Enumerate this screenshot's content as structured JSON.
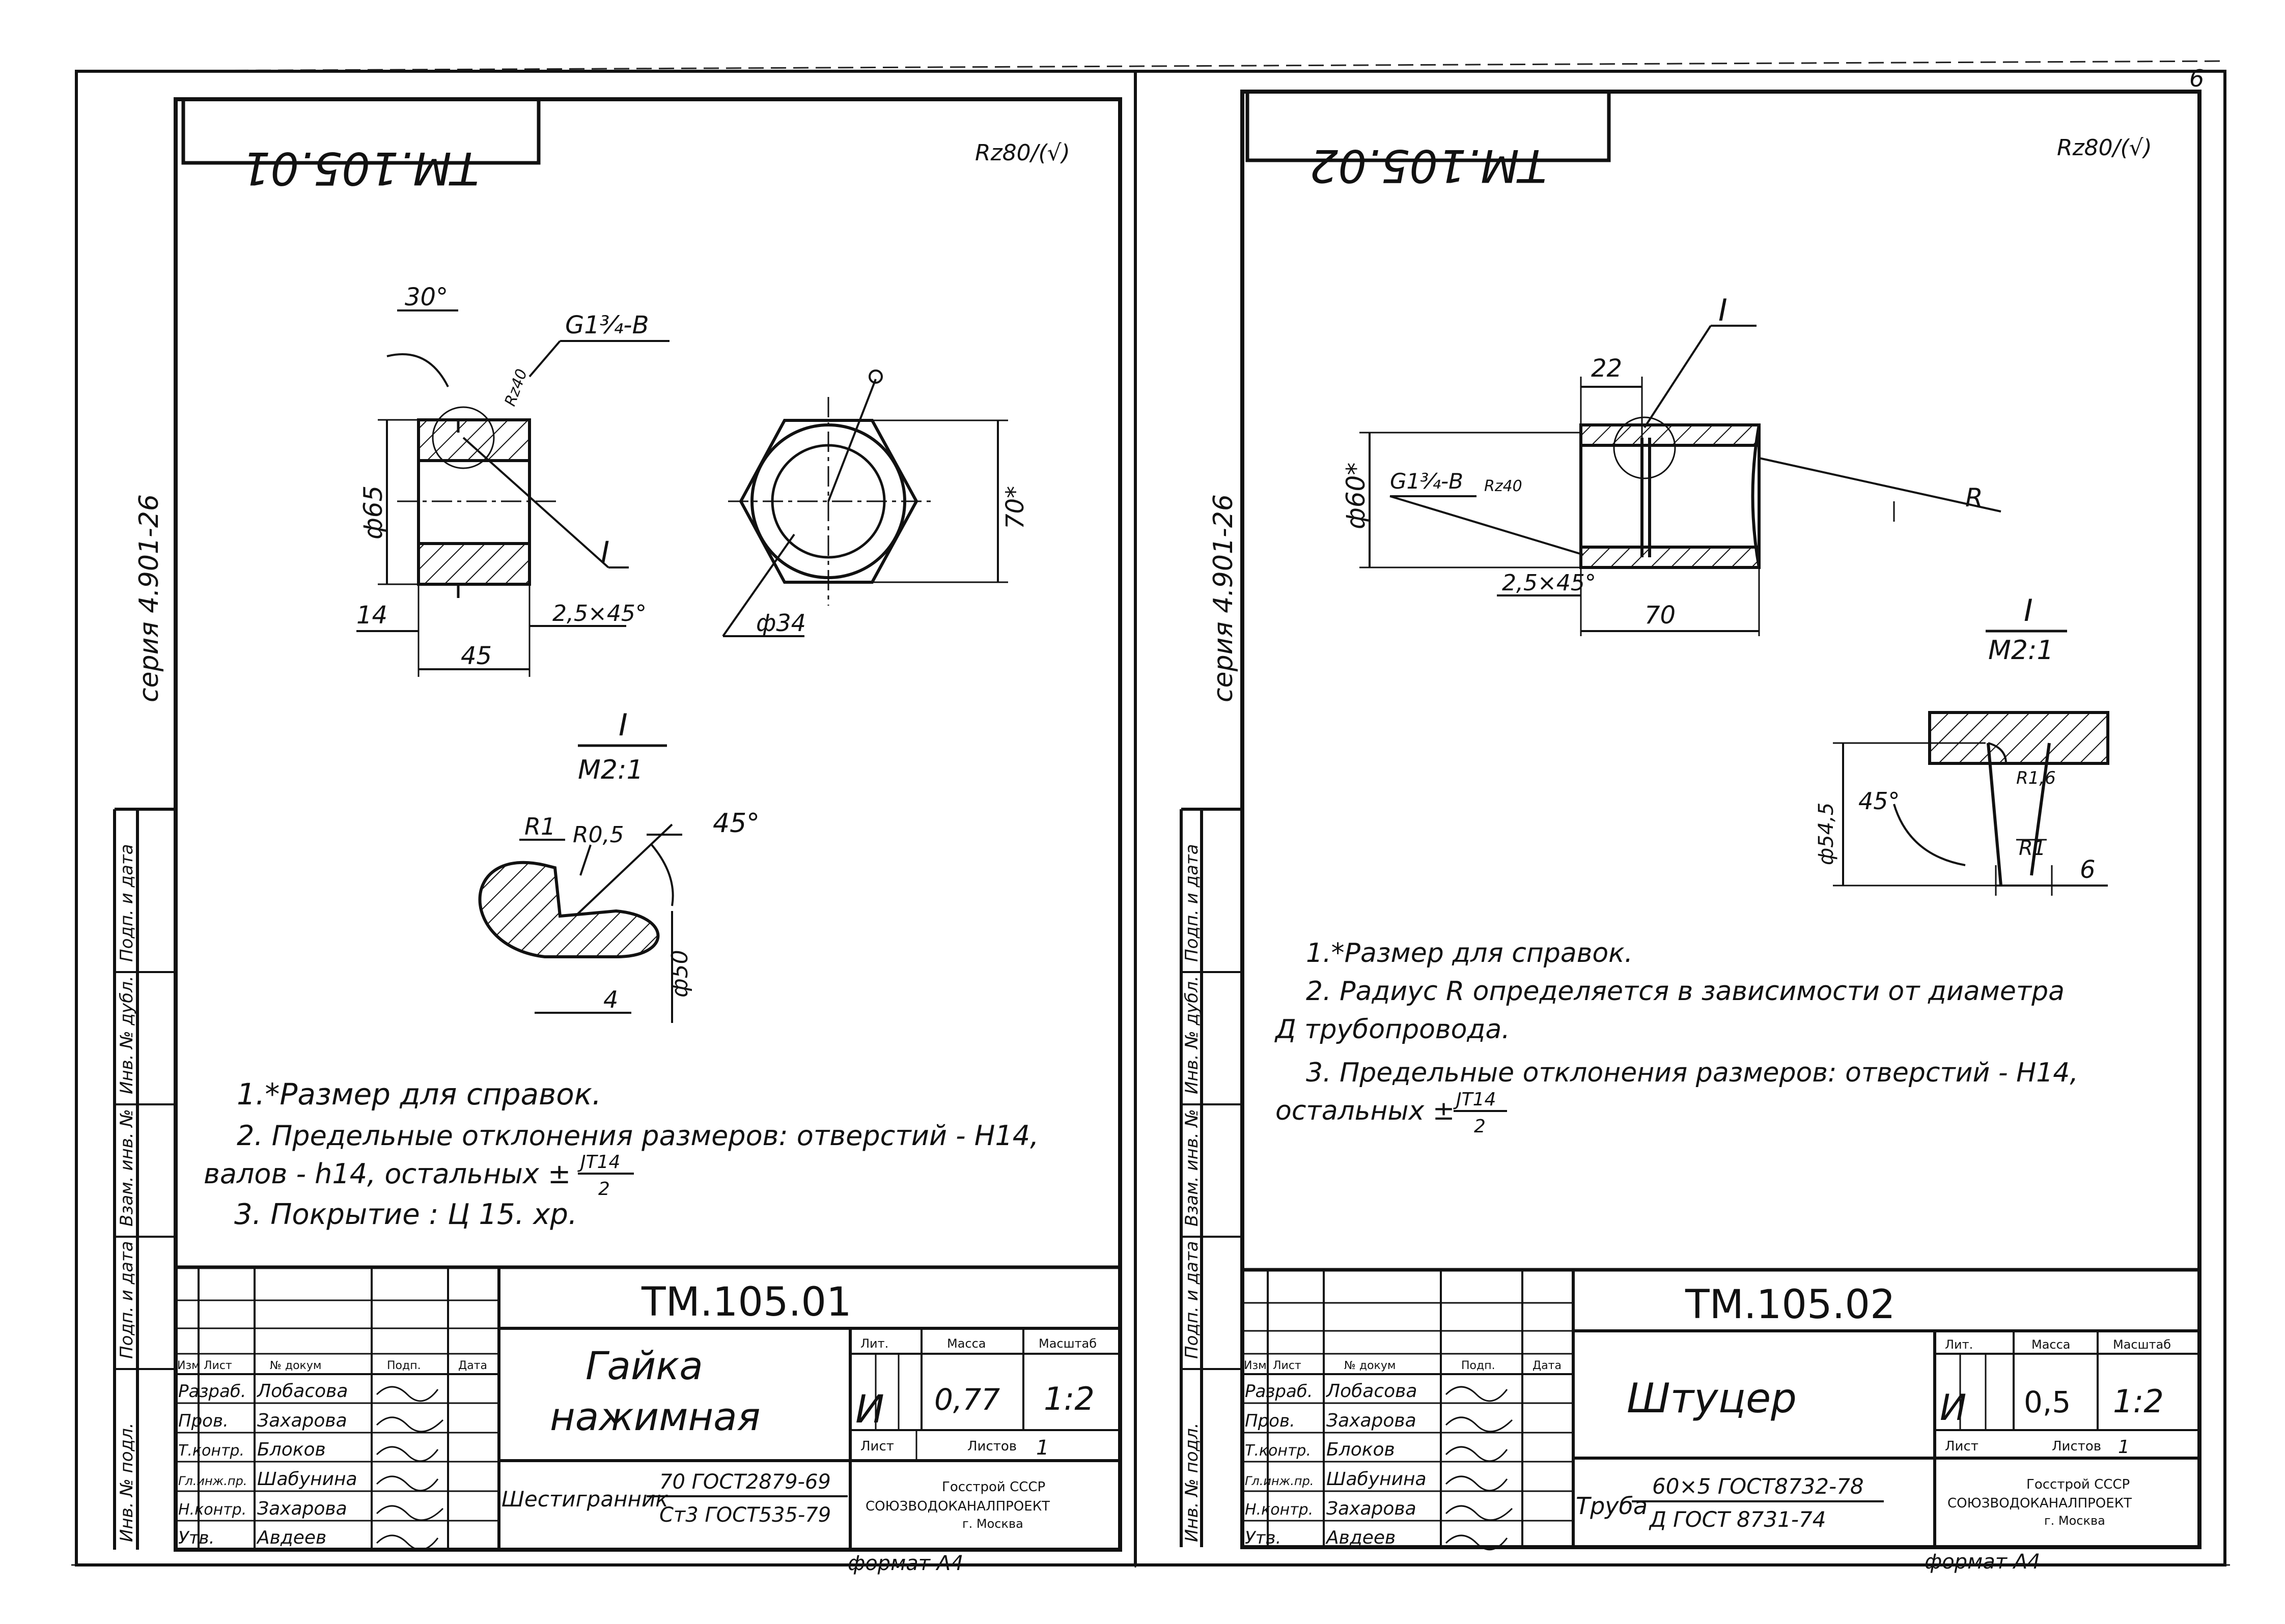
{
  "sheets": [
    {
      "code_stamp": "TM.105.01",
      "roughness": "Rz80/(√)",
      "series": "серия 4.901-26",
      "side_labels": [
        "Инв. № подл.",
        "Подп. и дата",
        "Взам. инв. №",
        "Инв. № дубл.",
        "Подп. и дата"
      ],
      "dims": {
        "angle": "30°",
        "thread": "G1¾-B",
        "rz": "Rz40",
        "dia": "ф65",
        "d14": "14",
        "d45": "45",
        "chamfer": "2,5×45°",
        "ref_mark": "I",
        "hex_size": "70*",
        "bore": "ф34",
        "detail": "I",
        "detail_scale": "M2:1",
        "r1": "R1",
        "r05": "R0,5",
        "deg45": "45°",
        "d50": "ф50",
        "d4": "4"
      },
      "notes": [
        "1.*Размер для справок.",
        "2. Предельные отклонения размеров: отверстий - H14,",
        "валов - h14, остальных ±",
        "3. Покрытие : Ц 15. хр."
      ],
      "tol_num": "JT14",
      "tol_den": "2",
      "tb": {
        "code": "TM.105.01",
        "name_line1": "Гайка",
        "name_line2": "нажимная",
        "hdr": [
          "Изм",
          "Лист",
          "№ докум",
          "Подп.",
          "Дата"
        ],
        "roles": [
          "Разраб.",
          "Пров.",
          "Т.контр.",
          "Гл.инж.пр.",
          "Н.контр.",
          "Утв."
        ],
        "people": [
          "Лобасова",
          "Захарова",
          "Блоков",
          "Шабунина",
          "Захарова",
          "Авдеев"
        ],
        "lit_hdr": "Лит.",
        "mass_hdr": "Масса",
        "scale_hdr": "Масштаб",
        "lit": "И",
        "mass": "0,77",
        "scale": "1:2",
        "sheet_lbl": "Лист",
        "sheets_lbl": "Листов",
        "sheets_val": "1",
        "material_lbl": "Шестигранник",
        "material_top": "70 ГОСТ2879-69",
        "material_bot": "Ст3 ГОСТ535-79",
        "org1": "Госстрой СССР",
        "org2": "СОЮЗВОДОКАНАЛПРОЕКТ",
        "org3": "г. Москва"
      },
      "format": "формат А4"
    },
    {
      "code_stamp": "TM.105.02",
      "roughness": "Rz80/(√)",
      "series": "серия 4.901-26",
      "side_labels": [
        "Инв. № подл.",
        "Подп. и дата",
        "Взам. инв. №",
        "Инв. № дубл.",
        "Подп. и дата"
      ],
      "dims": {
        "ref_mark": "I",
        "d22": "22",
        "dia": "ф60*",
        "thread": "G1¾-B",
        "rz": "Rz40",
        "radius": "R",
        "chamfer": "2,5×45°",
        "d70": "70",
        "detail": "I",
        "detail_scale": "M2:1",
        "d545": "ф54,5",
        "deg45": "45°",
        "r16": "R1,6",
        "r1": "R1",
        "d6": "6"
      },
      "notes": [
        "1.*Размер для справок.",
        "2. Радиус R определяется в зависимости от диаметра",
        "Д трубопровода.",
        "3. Предельные отклонения размеров: отверстий - H14,",
        "остальных ±"
      ],
      "tol_num": "JT14",
      "tol_den": "2",
      "tb": {
        "code": "TM.105.02",
        "name_line1": "Штуцер",
        "hdr": [
          "Изм",
          "Лист",
          "№ докум",
          "Подп.",
          "Дата"
        ],
        "roles": [
          "Разраб.",
          "Пров.",
          "Т.контр.",
          "Гл.инж.пр.",
          "Н.контр.",
          "Утв."
        ],
        "people": [
          "Лобасова",
          "Захарова",
          "Блоков",
          "Шабунина",
          "Захарова",
          "Авдеев"
        ],
        "lit_hdr": "Лит.",
        "mass_hdr": "Масса",
        "scale_hdr": "Масштаб",
        "lit": "И",
        "mass": "0,5",
        "scale": "1:2",
        "sheet_lbl": "Лист",
        "sheets_lbl": "Листов",
        "sheets_val": "1",
        "material_lbl": "Труба",
        "material_top": "60×5 ГОСТ8732-78",
        "material_bot": "Д ГОСТ 8731-74",
        "org1": "Госстрой СССР",
        "org2": "СОЮЗВОДОКАНАЛПРОЕКТ",
        "org3": "г. Москва"
      },
      "format": "формат А4"
    }
  ],
  "page_number": "6"
}
